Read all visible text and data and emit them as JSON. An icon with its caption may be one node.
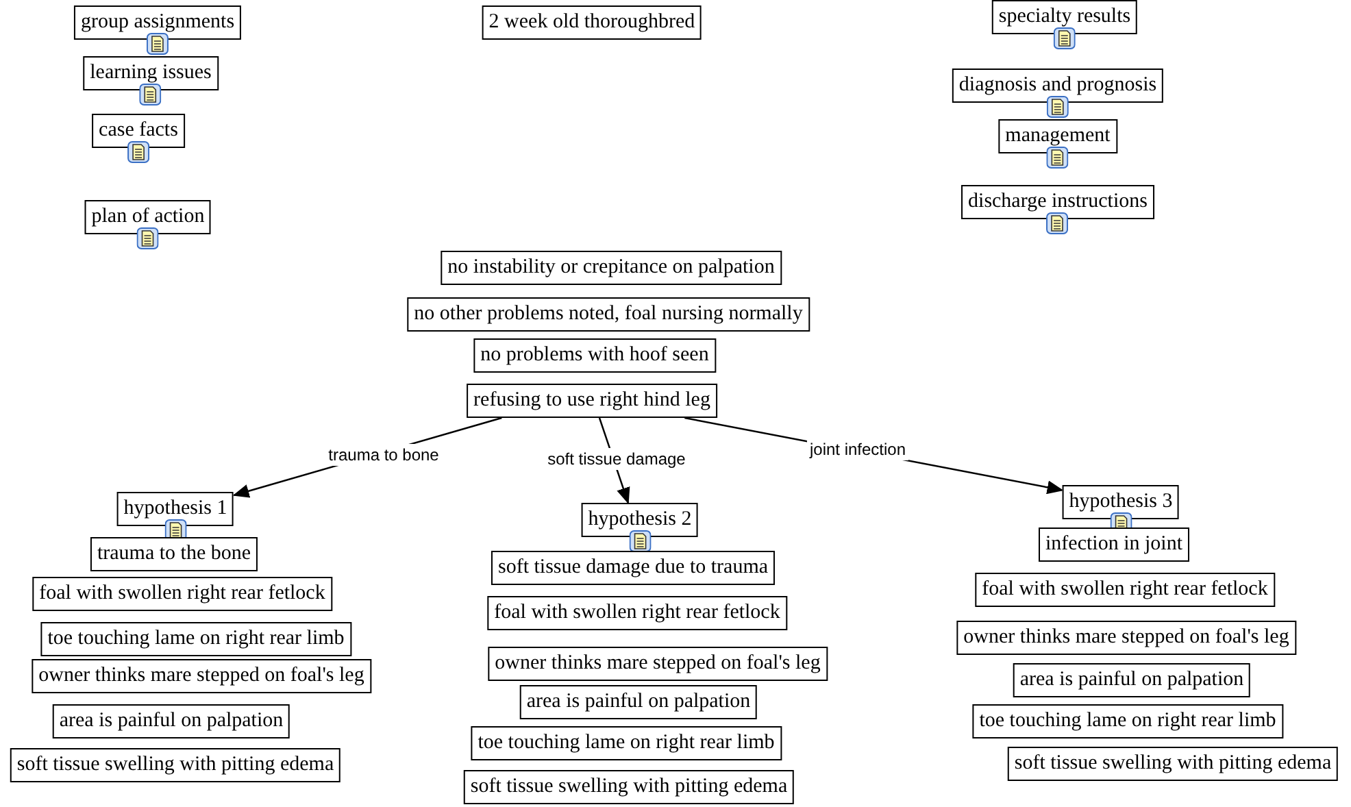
{
  "diagram": {
    "nodes": [
      {
        "text": [
          "group assignments"
        ]
      },
      {
        "text": [
          "learning issues"
        ]
      },
      {
        "text": [
          "case facts"
        ]
      },
      {
        "text": [
          "plan of action"
        ]
      },
      {
        "text": [
          "2 week old thoroughbred"
        ]
      },
      {
        "text": [
          "specialty results"
        ]
      },
      {
        "text": [
          "diagnosis and prognosis"
        ]
      },
      {
        "text": [
          "management"
        ]
      },
      {
        "text": [
          "discharge instructions"
        ]
      },
      {
        "text": [
          "no instability or crepitance on palpation"
        ]
      },
      {
        "text": [
          "no other problems noted, foal nursing normally"
        ]
      },
      {
        "text": [
          "no problems with hoof seen"
        ]
      },
      {
        "text": [
          "refusing to use right hind leg"
        ]
      },
      {
        "text": [
          "hypothesis 1"
        ]
      },
      {
        "text": [
          "trauma to the bone"
        ]
      },
      {
        "text": [
          "foal with swollen right rear fetlock"
        ]
      },
      {
        "text": [
          "toe touching lame on right rear limb"
        ]
      },
      {
        "text": [
          "owner thinks mare stepped on foal's leg"
        ]
      },
      {
        "text": [
          "area is painful on palpation"
        ]
      },
      {
        "text": [
          "soft tissue swelling with pitting edema"
        ]
      },
      {
        "text": [
          "hypothesis 2"
        ]
      },
      {
        "text": [
          "soft tissue damage due to trauma"
        ]
      },
      {
        "text": [
          "foal with swollen right rear fetlock"
        ]
      },
      {
        "text": [
          "owner thinks mare stepped on foal's leg"
        ]
      },
      {
        "text": [
          "area is painful on palpation"
        ]
      },
      {
        "text": [
          "toe touching lame on right rear limb"
        ]
      },
      {
        "text": [
          "soft tissue swelling with pitting edema"
        ]
      },
      {
        "text": [
          "hypothesis 3"
        ]
      },
      {
        "text": [
          "infection in joint"
        ]
      },
      {
        "text": [
          "foal with swollen right rear fetlock"
        ]
      },
      {
        "text": [
          "owner thinks mare stepped on foal's leg"
        ]
      },
      {
        "text": [
          "area is painful on palpation"
        ]
      },
      {
        "text": [
          "toe touching lame on right rear limb"
        ]
      },
      {
        "text": [
          "soft tissue swelling with pitting edema"
        ]
      }
    ],
    "edges": [
      {
        "from": 12,
        "to": 13,
        "arrow": "to",
        "label": "trauma to bone"
      },
      {
        "from": 12,
        "to": 20,
        "arrow": "to",
        "label": "soft tissue damage"
      },
      {
        "from": 12,
        "to": 27,
        "arrow": "to",
        "label": "joint infection"
      }
    ]
  }
}
